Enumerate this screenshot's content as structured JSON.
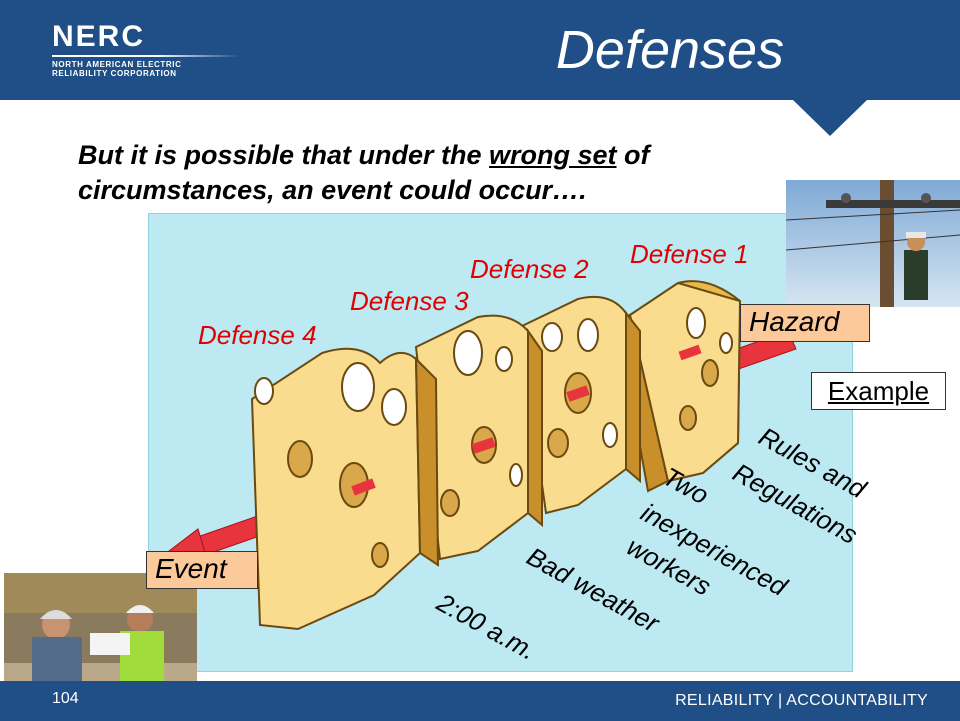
{
  "header": {
    "logo_word": "NERC",
    "logo_sub_line1": "NORTH AMERICAN ELECTRIC",
    "logo_sub_line2": "RELIABILITY CORPORATION",
    "title": "Defenses"
  },
  "subtitle": {
    "part1": "But it is possible that under the ",
    "underlined": "wrong set",
    "part2": " of circumstances, an event could occur…."
  },
  "defenses": [
    "Defense 1",
    "Defense 2",
    "Defense 3",
    "Defense 4"
  ],
  "labels": {
    "hazard": "Hazard",
    "event": "Event",
    "example": "Example"
  },
  "factors": {
    "rules_line1": "Rules and",
    "rules_line2": "Regulations",
    "workers_line1": "Two",
    "workers_line2": "inexperienced",
    "workers_line3": "workers",
    "weather": "Bad weather",
    "time": "2:00 a.m."
  },
  "footer": {
    "page": "104",
    "tagline": "RELIABILITY | ACCOUNTABILITY"
  },
  "colors": {
    "header_blue": "#1f4f86",
    "diagram_bg": "#bde9f2",
    "defense_red": "#e00000",
    "label_fill": "#fbc99a",
    "cheese": "#f9dc8e",
    "arrow": "#e8343c"
  }
}
